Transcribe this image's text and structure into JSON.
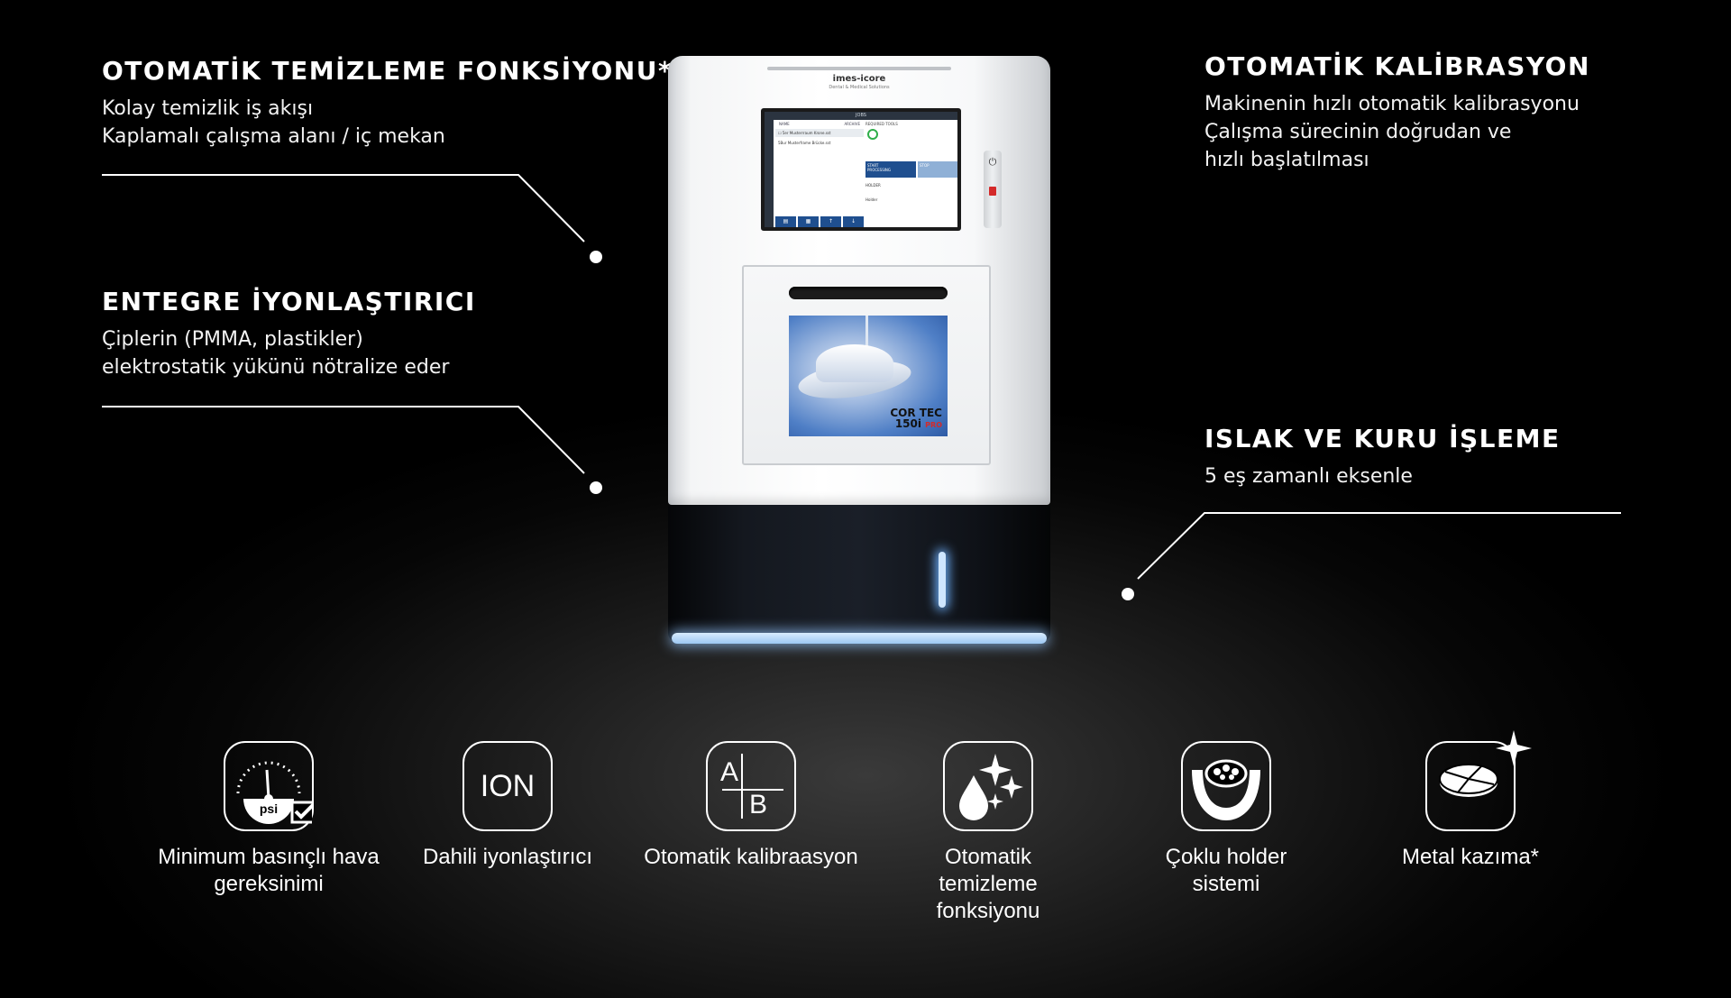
{
  "features": {
    "clean": {
      "title": "OTOMATİK TEMİZLEME FONKSİYONU*",
      "line1": "Kolay temizlik iş akışı",
      "line2": "Kaplamalı çalışma alanı / iç mekan"
    },
    "ion": {
      "title": "ENTEGRE İYONLAŞTIRICI",
      "line1": "Çiplerin (PMMA, plastikler)",
      "line2": "elektrostatik yükünü nötralize eder"
    },
    "calib": {
      "title": "OTOMATİK KALİBRASYON",
      "line1": "Makinenin hızlı otomatik kalibrasyonu",
      "line2": "Çalışma sürecinin doğrudan ve",
      "line3": "hızlı başlatılması"
    },
    "wetdry": {
      "title": "ISLAK VE KURU İŞLEME",
      "line1": "5 eş zamanlı eksenle"
    }
  },
  "machine": {
    "brand": "imes-icore",
    "brand_sub": "Dental & Medical Solutions",
    "model": "COR TEC",
    "model_num": "150i",
    "model_suffix": "PRO",
    "screen": {
      "bar_title": "JOBS",
      "list_head_left": "NAME",
      "list_head_right": "ARCHIVE",
      "list_item1": "☐ 5er Musterrraum Krone.sst",
      "list_item2": "5Bur Musterframe Brücke.sst",
      "req_label": "REQUIRED TOOLS",
      "start_label": "START",
      "start_sub": "PROCESSING",
      "stop_label": "STOP",
      "jobs_label": "HOLDER",
      "tool_label": "Holder"
    }
  },
  "icons": [
    {
      "name": "Minimum basınçlı hava\ngereksinimi",
      "glyph": "psi"
    },
    {
      "name": "Dahili iyonlaştırıcı",
      "glyph": "ION"
    },
    {
      "name": "Otomatik kalibraasyon",
      "glyph_a": "A",
      "glyph_b": "B"
    },
    {
      "name": "Otomatik\ntemizleme\nfonksiyonu"
    },
    {
      "name": "Çoklu holder\nsistemi"
    },
    {
      "name": "Metal kazıma*"
    }
  ],
  "colors": {
    "background": "#000000",
    "text": "#ffffff",
    "led_red": "#d42a2a",
    "accent_blue": "#1f4f8f",
    "glow": "#9cc7f2"
  }
}
